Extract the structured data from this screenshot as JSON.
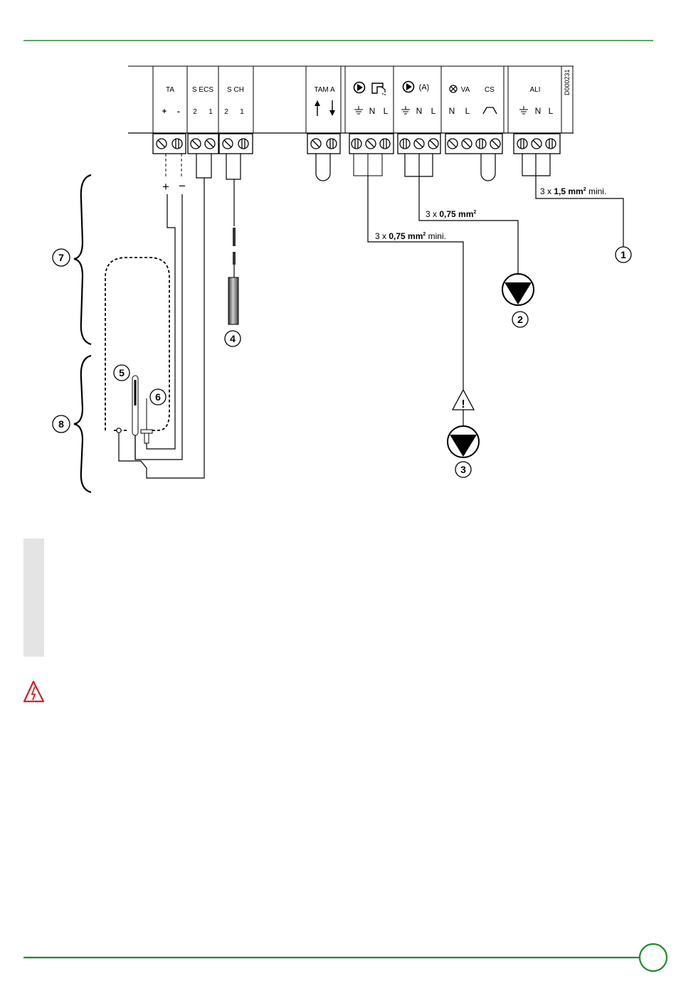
{
  "colors": {
    "rule": "#1f8a2e",
    "warning": "#d0202a",
    "sidebar_grey": "#e4e4e4"
  },
  "terminals": {
    "ta": {
      "label": "TA",
      "plus": "+",
      "minus": "-"
    },
    "s_ecs": {
      "label": "S ECS",
      "p2": "2",
      "p1": "1"
    },
    "s_ch": {
      "label": "S CH",
      "p2": "2",
      "p1": "1"
    },
    "tam_a": {
      "label": "TAM A"
    },
    "pump_dhw": {
      "n": "N",
      "l": "L"
    },
    "pump_a": {
      "label": "(A)",
      "n": "N",
      "l": "L"
    },
    "va_cs": {
      "va_label": "VA",
      "cs_label": "CS",
      "n": "N",
      "l": "L"
    },
    "ali": {
      "label": "ALI",
      "n": "N",
      "l": "L"
    },
    "ref_code": "D000231"
  },
  "ta_wire_marks": {
    "plus": "+",
    "minus": "−"
  },
  "cables": {
    "c1": {
      "prefix": "3 x ",
      "section": "1,5 mm",
      "sup": "2",
      "suffix": " mini."
    },
    "c2": {
      "prefix": "3 x ",
      "section": "0,75 mm",
      "sup": "2",
      "suffix": ""
    },
    "c3": {
      "prefix": "3 x ",
      "section": "0,75 mm",
      "sup": "2",
      "suffix": " mini."
    }
  },
  "callouts": {
    "n1": "1",
    "n2": "2",
    "n3": "3",
    "n4": "4",
    "n5": "5",
    "n6": "6",
    "n7": "7",
    "n8": "8"
  },
  "warning_mark": "!"
}
